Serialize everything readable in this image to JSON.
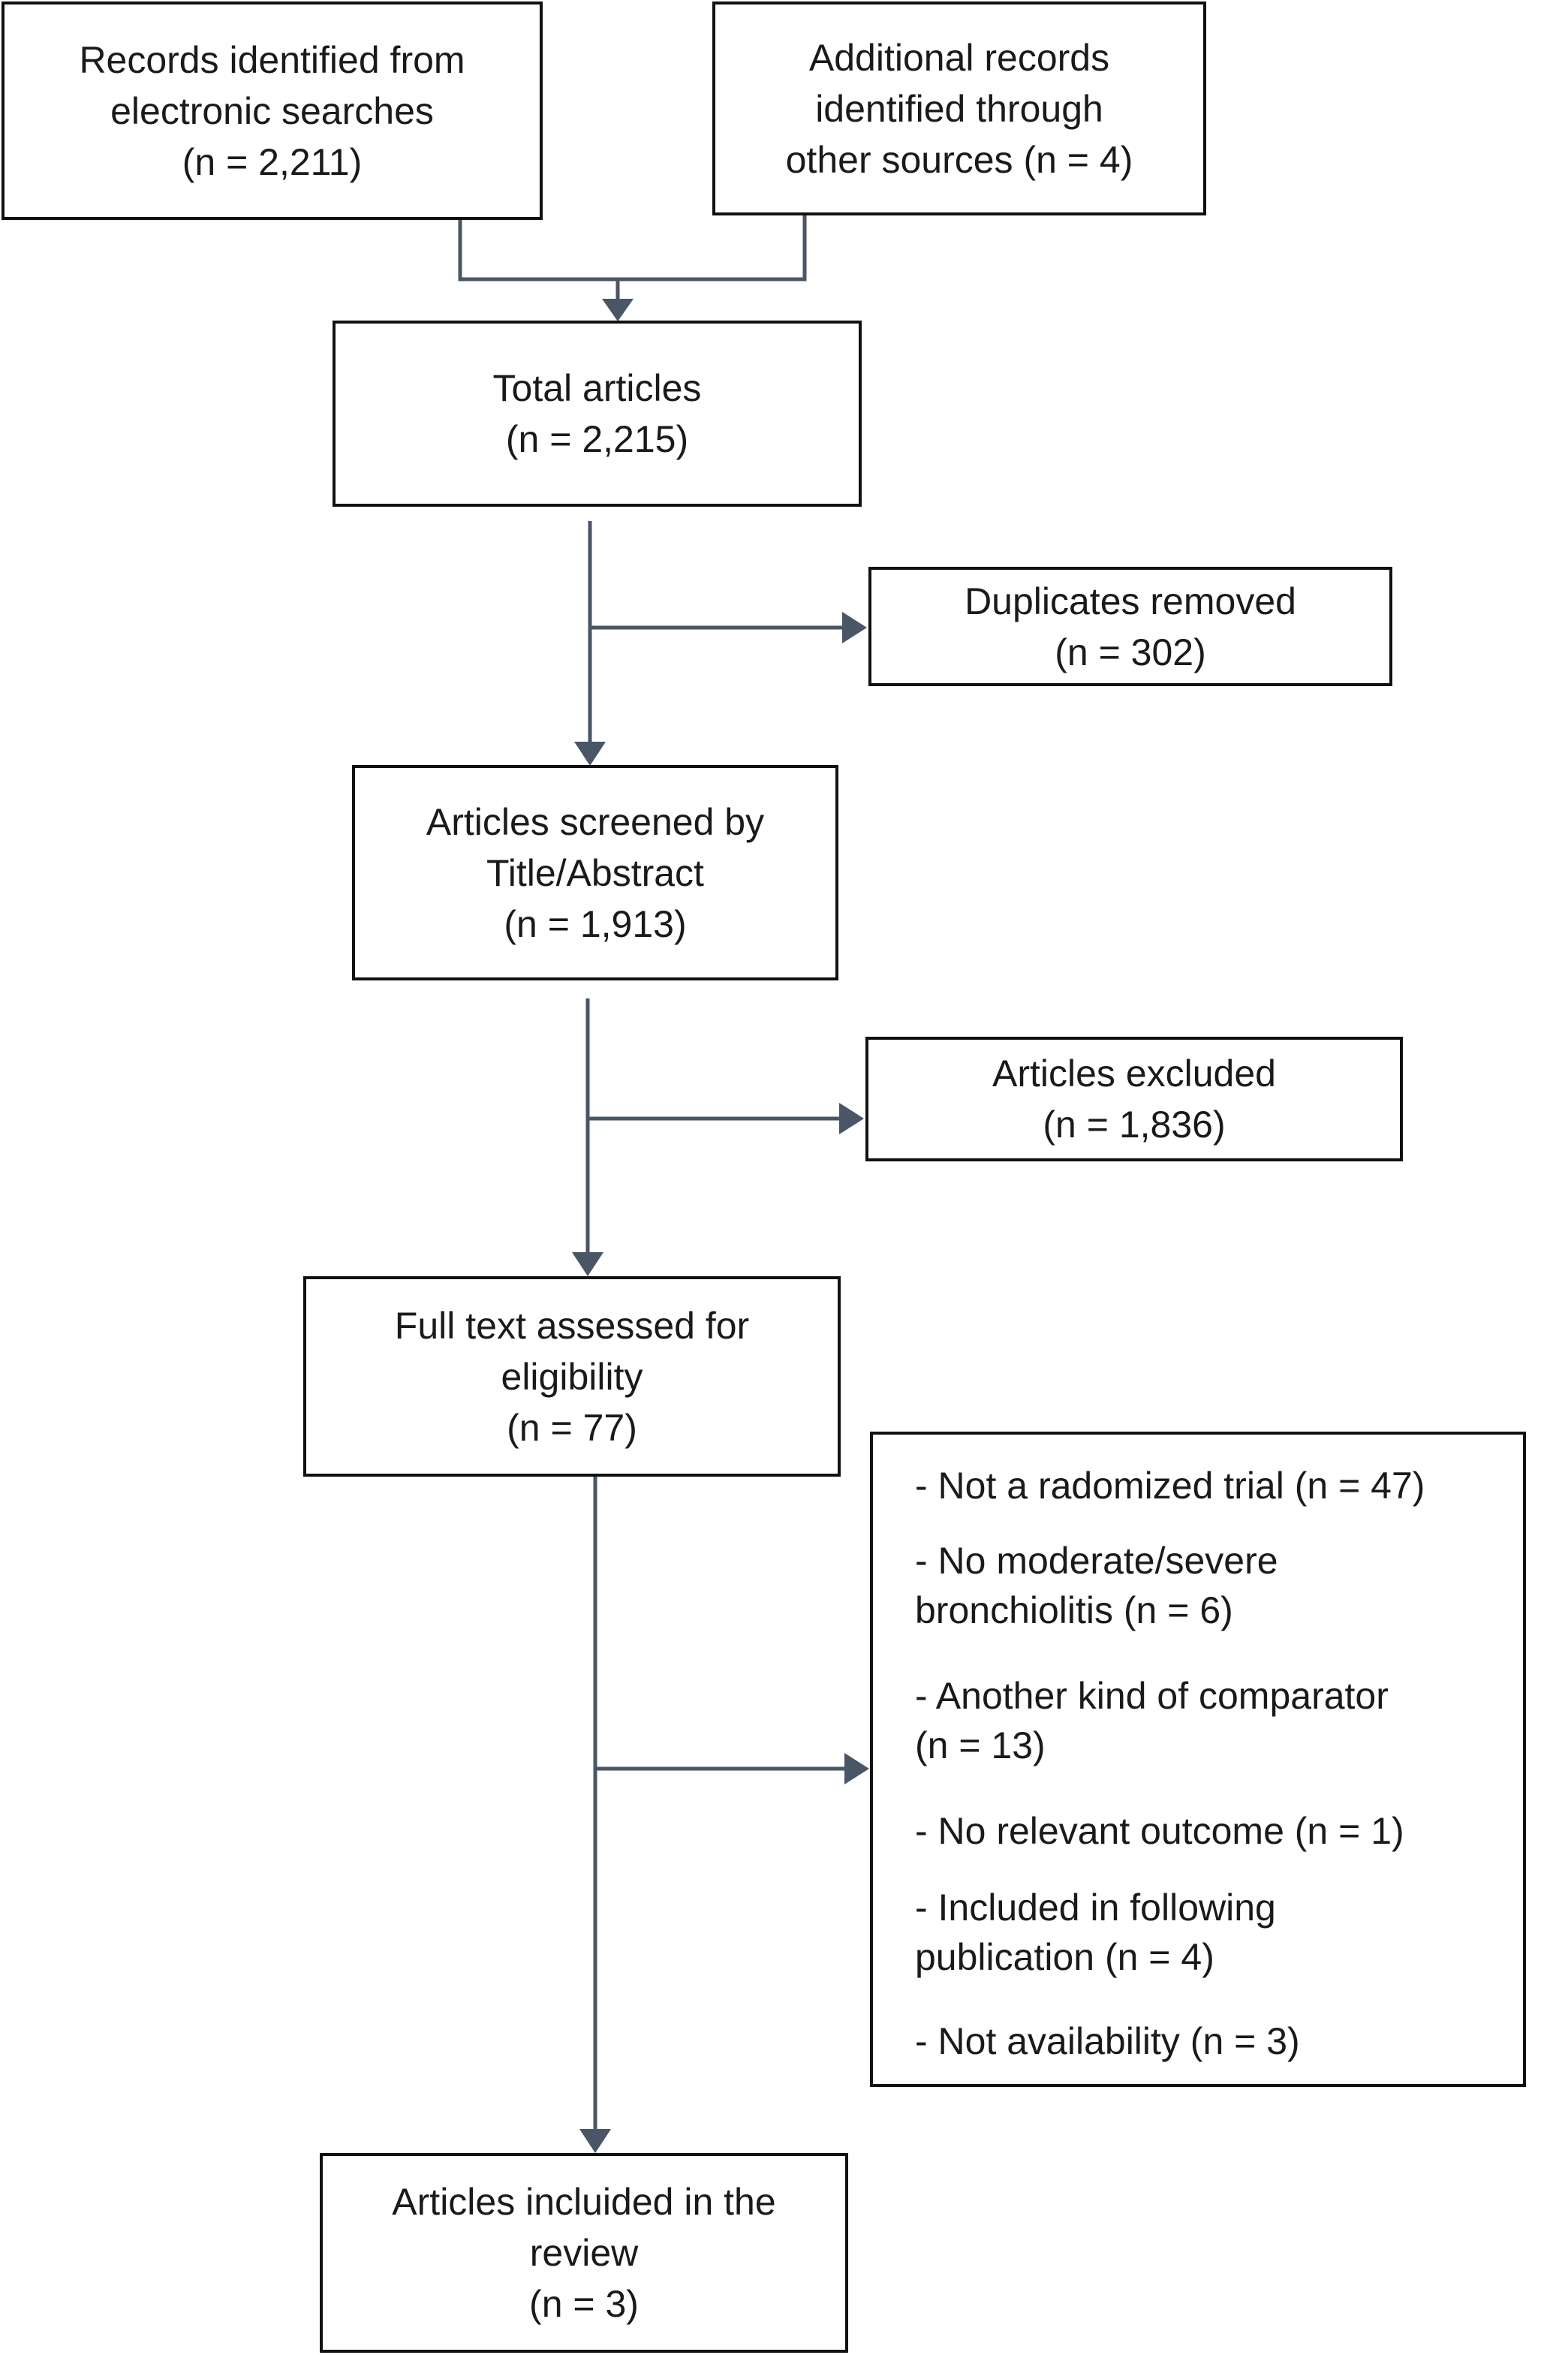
{
  "boxes": {
    "electronic_searches": [
      "Records identified from",
      "electronic searches",
      "(n = 2,211)"
    ],
    "other_sources": [
      "Additional records",
      "identified through",
      "other sources (n = 4)"
    ],
    "total_articles": [
      "Total articles",
      "(n = 2,215)"
    ],
    "duplicates_removed": [
      "Duplicates removed",
      "(n = 302)"
    ],
    "screened": [
      "Articles screened by",
      "Title/Abstract",
      "(n = 1,913)"
    ],
    "excluded": [
      "Articles excluded",
      "(n = 1,836)"
    ],
    "full_text": [
      "Full text assessed for",
      "eligibility",
      "(n = 77)"
    ],
    "included": [
      "Articles incluided in the",
      "review",
      "(n = 3)"
    ]
  },
  "exclusion_reasons": [
    [
      "- Not a radomized trial (n = 47)"
    ],
    [
      "- No moderate/severe",
      "bronchiolitis (n = 6)"
    ],
    [
      "- Another kind of comparator",
      "(n = 13)"
    ],
    [
      "- No relevant outcome (n = 1)"
    ],
    [
      "- Included in following",
      "publication (n = 4)"
    ],
    [
      "- Not availability (n = 3)"
    ]
  ],
  "colors": {
    "box_border": "#111111",
    "connector": "#4a5566",
    "text": "#1a1a1a"
  }
}
